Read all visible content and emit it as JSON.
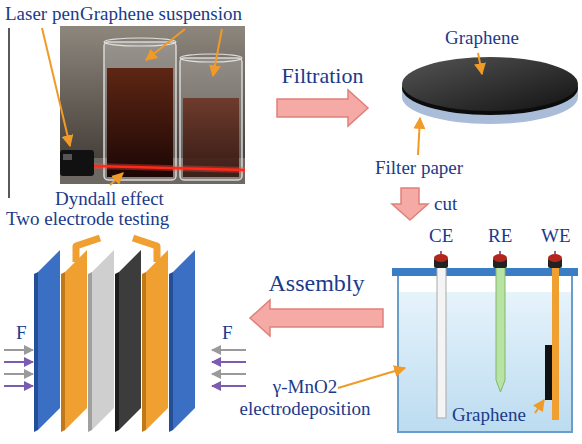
{
  "diagram": {
    "nodes": [
      {
        "text": [
          "Laser pen",
          "Graphene suspension",
          "Dyndall effect"
        ]
      },
      {
        "text": [
          "Graphene",
          "Filter paper"
        ]
      },
      {
        "text": [
          "CE",
          "RE",
          "WE",
          "Graphene"
        ]
      },
      {
        "text": [
          "Two electrode testing",
          "F",
          "F"
        ]
      }
    ],
    "edges": [
      {
        "from": 0,
        "to": 1,
        "arrow": "to",
        "label": "Filtration"
      },
      {
        "from": 1,
        "to": 2,
        "arrow": "to",
        "label": "cut"
      },
      {
        "from": 2,
        "to": 3,
        "arrow": "to",
        "label": "Assembly"
      }
    ],
    "labels": [
      "γ-MnO2 electrodeposition"
    ]
  }
}
